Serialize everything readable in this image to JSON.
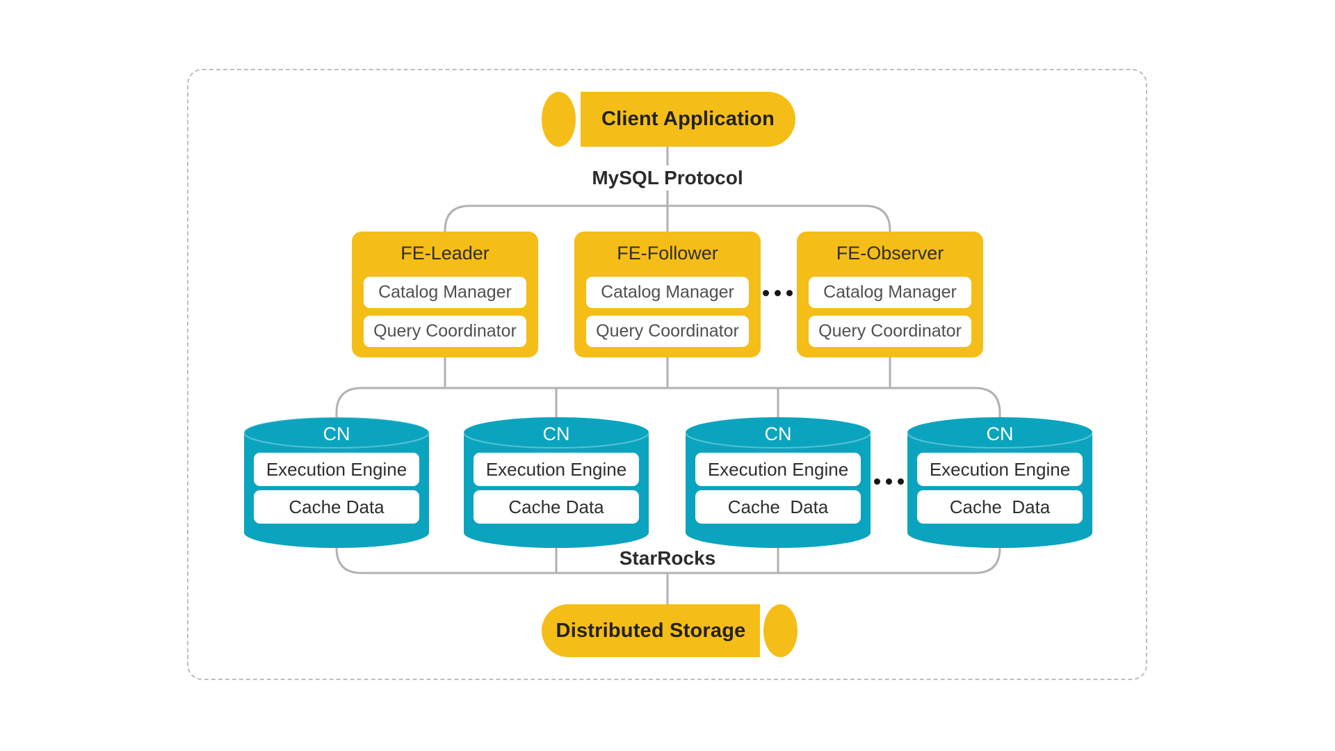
{
  "diagram": {
    "client": {
      "label": "Client Application"
    },
    "protocol": {
      "label": "MySQL Protocol"
    },
    "fe": {
      "ellipsis": "...",
      "nodes": [
        {
          "title": "FE-Leader",
          "components": [
            "Catalog Manager",
            "Query Coordinator"
          ]
        },
        {
          "title": "FE-Follower",
          "components": [
            "Catalog Manager",
            "Query Coordinator"
          ]
        },
        {
          "title": "FE-Observer",
          "components": [
            "Catalog Manager",
            "Query Coordinator"
          ]
        }
      ]
    },
    "cn": {
      "ellipsis": "...",
      "nodes": [
        {
          "title": "CN",
          "components": [
            "Execution Engine",
            "Cache Data"
          ]
        },
        {
          "title": "CN",
          "components": [
            "Execution Engine",
            "Cache Data"
          ]
        },
        {
          "title": "CN",
          "components": [
            "Execution Engine",
            "Cache  Data"
          ]
        },
        {
          "title": "CN",
          "components": [
            "Execution Engine",
            "Cache  Data"
          ]
        }
      ]
    },
    "group": {
      "label": "StarRocks"
    },
    "storage": {
      "label": "Distributed Storage"
    },
    "colors": {
      "yellow": "#F5BD17",
      "teal": "#0BA4BF",
      "connector": "#B1B1B1",
      "border": "#BDBDBD"
    }
  }
}
